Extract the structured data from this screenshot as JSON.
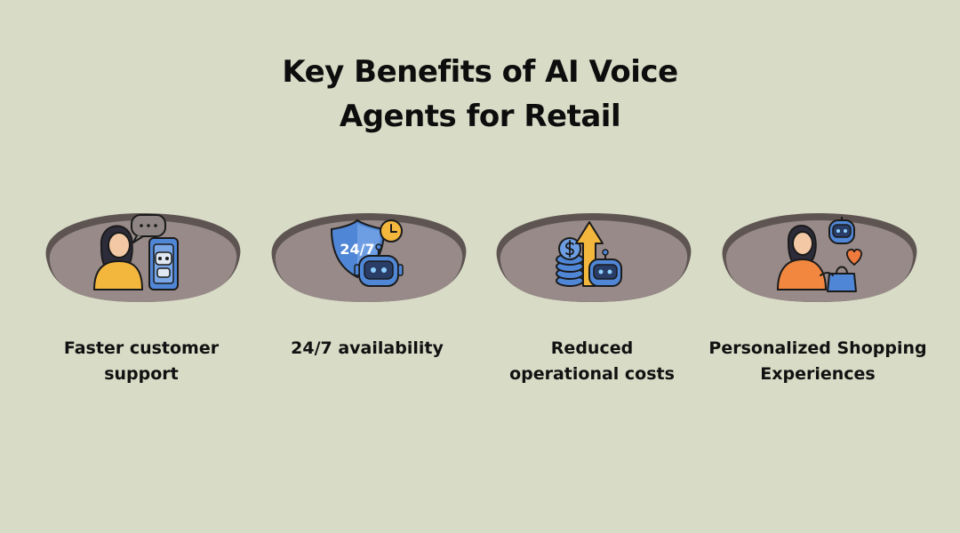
{
  "title": {
    "line1": "Key Benefits of AI Voice",
    "line2": "Agents for Retail"
  },
  "benefits": [
    {
      "icon": "customer-support-chatbot-icon",
      "line1": "Faster customer",
      "line2": "support"
    },
    {
      "icon": "round-the-clock-robot-icon",
      "line1": "24/7 availability",
      "line2": ""
    },
    {
      "icon": "cost-reduction-robot-icon",
      "line1": "Reduced",
      "line2": "operational costs"
    },
    {
      "icon": "personalized-shopping-icon",
      "line1": "Personalized Shopping",
      "line2": "Experiences"
    }
  ],
  "badge_text": "24/7",
  "colors": {
    "background": "#d8dbc6",
    "blob_fill": "#978a89",
    "blob_shadow": "#5e5552",
    "robot_blue": "#4f86d6",
    "shirt_yellow": "#f3b73e",
    "shirt_orange": "#f2883f",
    "heart_orange": "#ee7a3d"
  }
}
